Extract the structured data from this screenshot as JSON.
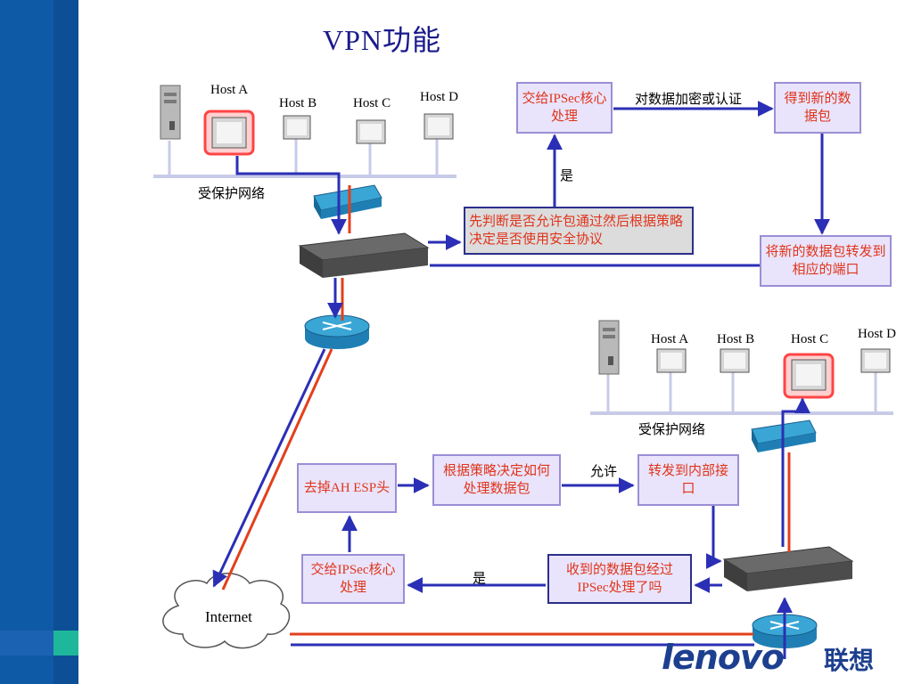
{
  "title": "VPN功能",
  "top_network": {
    "hosts": [
      "Host A",
      "Host B",
      "Host C",
      "Host D"
    ],
    "network_label": "受保护网络"
  },
  "bottom_network": {
    "hosts": [
      "Host A",
      "Host B",
      "Host C",
      "Host D"
    ],
    "network_label": "受保护网络"
  },
  "internet_label": "Internet",
  "top_flow": {
    "judge": "先判断是否允许包通过然后根据策略决定是否使用安全协议",
    "ipsec_core": "交给IPSec核心处理",
    "encrypt_label": "对数据加密或认证",
    "new_packet": "得到新的数据包",
    "yes_label": "是",
    "forward": "将新的数据包转发到相应的端口"
  },
  "bottom_flow": {
    "remove_header": "去掉AH ESP头",
    "policy": "根据策略决定如何处理数据包",
    "allow_label": "允许",
    "forward_internal": "转发到内部接口",
    "ipsec_core": "交给IPSec核心处理",
    "yes_label": "是",
    "received": "收到的数据包经过IPSec处理了吗"
  },
  "logo": {
    "brand": "lenovo",
    "cn": "联想"
  },
  "colors": {
    "arrow_blue": "#2b2fb5",
    "arrow_red": "#e2401c",
    "box_fill": "#e9e4fb",
    "box_text": "#e0341b",
    "sidebar": "#0f5aa6"
  }
}
